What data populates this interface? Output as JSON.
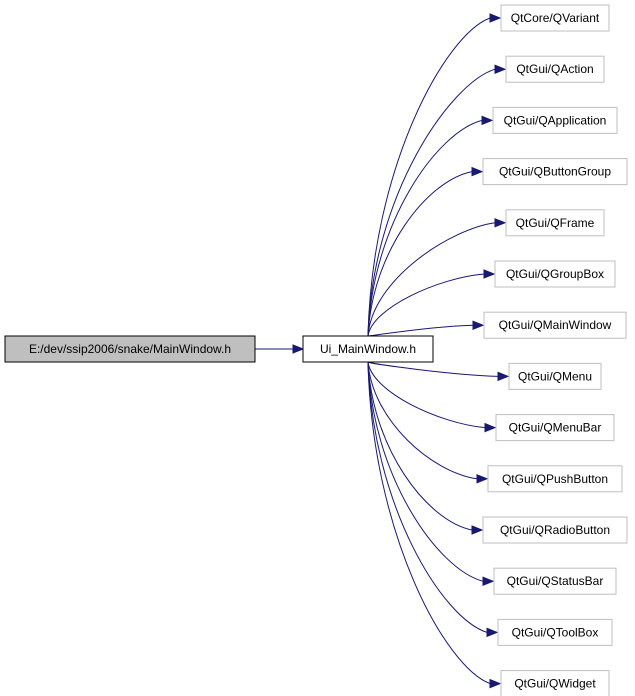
{
  "graph": {
    "root": "E:/dev/ssip2006/snake/MainWindow.h",
    "middle": "Ui_MainWindow.h",
    "dependencies": [
      "QtCore/QVariant",
      "QtGui/QAction",
      "QtGui/QApplication",
      "QtGui/QButtonGroup",
      "QtGui/QFrame",
      "QtGui/QGroupBox",
      "QtGui/QMainWindow",
      "QtGui/QMenu",
      "QtGui/QMenuBar",
      "QtGui/QPushButton",
      "QtGui/QRadioButton",
      "QtGui/QStatusBar",
      "QtGui/QToolBox",
      "QtGui/QWidget"
    ],
    "colors": {
      "edge": "#191970",
      "root_fill": "#bfbfbf",
      "dep_border": "#bfbfbf"
    }
  }
}
